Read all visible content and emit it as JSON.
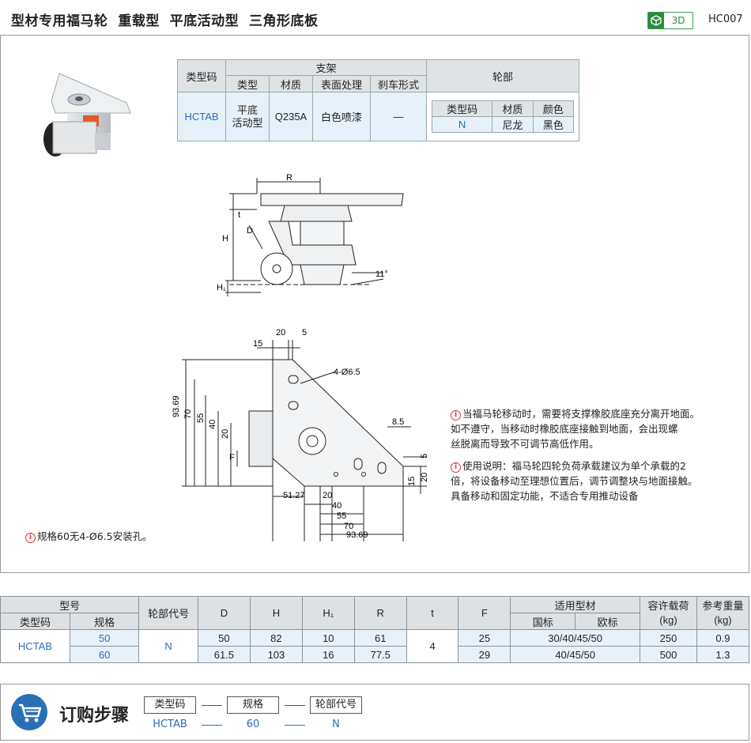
{
  "header": {
    "title": "型材专用福马轮  重载型  平底活动型  三角形底板",
    "badge_3d": "3D",
    "code": "HC007"
  },
  "spec_table": {
    "type_code_header": "类型码",
    "bracket_header": "支架",
    "bracket_cols": [
      "类型",
      "材质",
      "表面处理",
      "刹车形式"
    ],
    "wheel_header": "轮部",
    "row": {
      "type_code": "HCTAB",
      "type": "平底\n活动型",
      "material": "Q235A",
      "surface": "白色喷漆",
      "brake": "—"
    },
    "wheel_cols": [
      "类型码",
      "材质",
      "颜色"
    ],
    "wheel_row": [
      "N",
      "尼龙",
      "黑色"
    ]
  },
  "side_dims": {
    "R": "R",
    "t": "t",
    "H": "H",
    "D": "D",
    "H1": "H₁",
    "angle": "11°"
  },
  "plan_dims": {
    "top": [
      "20",
      "5",
      "15"
    ],
    "hole": "4-Ø6.5",
    "left_v": [
      "93.69",
      "70",
      "55",
      "40",
      "20",
      "F"
    ],
    "right": [
      "8.5",
      "5",
      "20",
      "15"
    ],
    "bottom": [
      "51.27",
      "20",
      "40",
      "55",
      "70",
      "93.69"
    ]
  },
  "notes": {
    "note1": "当福马轮移动时，需要将支撑橡胶底座充分离开地面。\n如不遵守，当移动时橡胶底座接触到地面，会出现螺\n丝脱离而导致不可调节高低作用。",
    "note2": "使用说明：福马轮四轮负荷承载建议为单个承载的2\n倍，将设备移动至理想位置后，调节调整块与地面接触。\n具备移动和固定功能，不适合专用推动设备",
    "note3": "规格60无4-Ø6.5安装孔。"
  },
  "data_table": {
    "model": "型号",
    "type_code": "类型码",
    "spec": "规格",
    "wheel_code": "轮部代号",
    "D": "D",
    "H": "H",
    "H1": "H₁",
    "R": "R",
    "t": "t",
    "F": "F",
    "profile": "适用型材",
    "gb": "国标",
    "eu": "欧标",
    "load": "容许载荷",
    "load_unit": "(kg)",
    "weight": "参考重量",
    "weight_unit": "(kg)",
    "rows": [
      {
        "type_code": "HCTAB",
        "spec": "50",
        "wheel": "N",
        "D": "50",
        "H": "82",
        "H1": "10",
        "R": "61",
        "t": "4",
        "F": "25",
        "profile": "30/40/45/50",
        "load": "250",
        "weight": "0.9"
      },
      {
        "spec": "60",
        "D": "61.5",
        "H": "103",
        "H1": "16",
        "R": "77.5",
        "F": "29",
        "profile": "40/45/50",
        "load": "500",
        "weight": "1.3"
      }
    ]
  },
  "order": {
    "title": "订购步骤",
    "labels": [
      "类型码",
      "规格",
      "轮部代号"
    ],
    "values": [
      "HCTAB",
      "60",
      "N"
    ],
    "accent": "#2a6fb5"
  }
}
